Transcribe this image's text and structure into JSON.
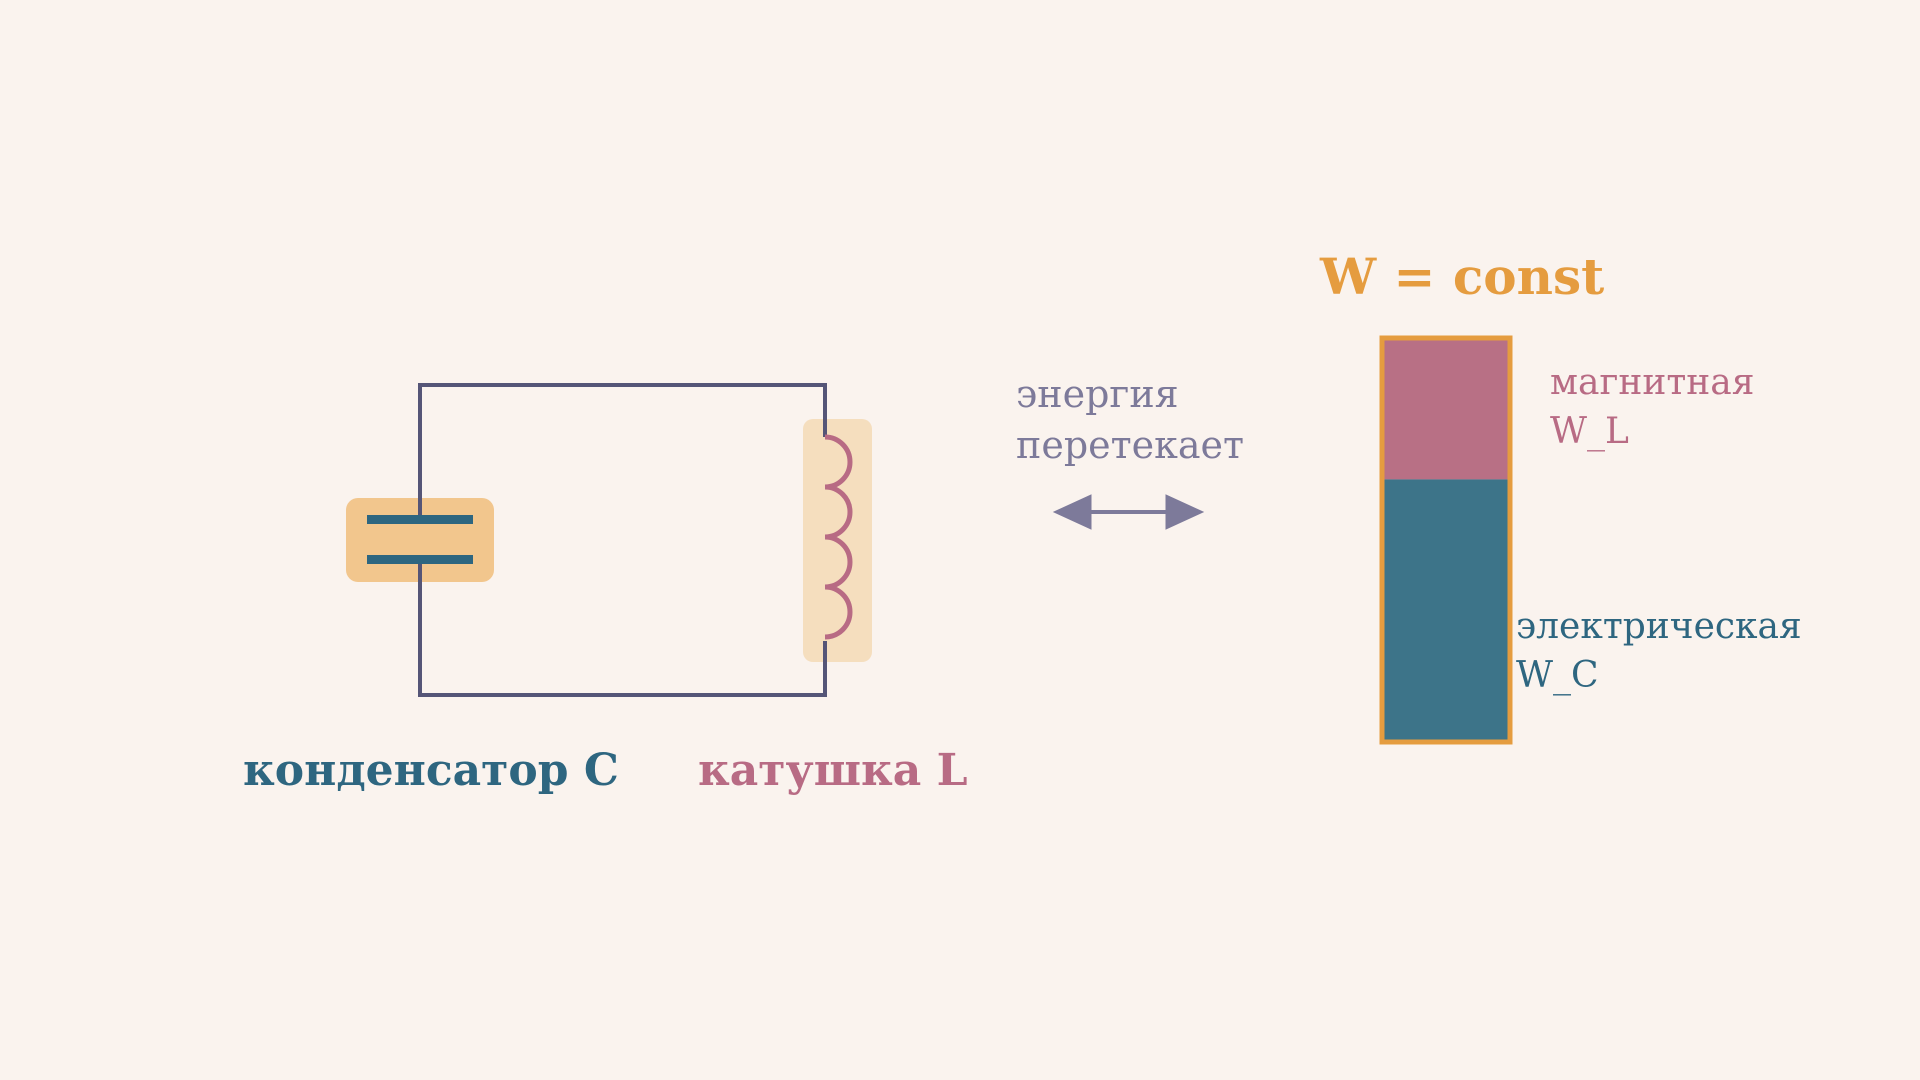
{
  "colors": {
    "background": "#FAF3EE",
    "wire": "#555577",
    "capacitor_plate": "#2E6680",
    "capacitor_pad": "#F2C68D",
    "coil": "#B86B84",
    "coil_pad": "#F5DEBE",
    "arrow": "#7D7A9A",
    "bar_border": "#E59C3F",
    "magnetic_fill": "#B87085",
    "electric_fill": "#3D7489",
    "title": "#E59C3F",
    "capacitor_label": "#2E6680",
    "coil_label": "#B86B84",
    "flow_label": "#7D7A9A",
    "magnetic_label": "#B86B84",
    "electric_label": "#2E6680"
  },
  "circuit": {
    "capacitor_label": "конденсатор C",
    "coil_label": "катушка L"
  },
  "flow": {
    "line1": "энергия",
    "line2": "перетекает",
    "arrow_icon": "double-headed-arrow"
  },
  "energy_bar": {
    "title": "W = const",
    "magnetic_fraction": 0.35,
    "electric_fraction": 0.65,
    "magnetic_line1": "магнитная",
    "magnetic_line2": "W_L",
    "electric_line1": "электрическая",
    "electric_line2": "W_C"
  }
}
